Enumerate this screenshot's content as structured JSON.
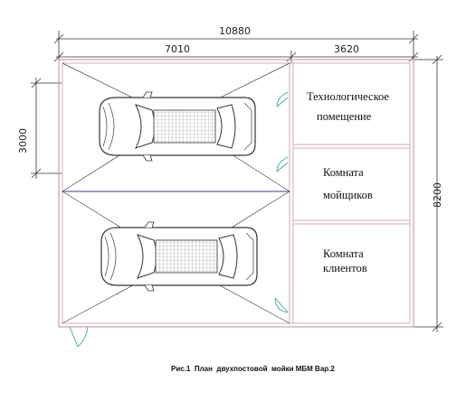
{
  "dimensions": {
    "total_width": "10880",
    "bay_width": "7010",
    "rooms_width": "3620",
    "car_zone_height": "3000",
    "total_height": "8200"
  },
  "rooms": {
    "tech": [
      "Технологическое",
      "помещение"
    ],
    "washers": [
      "Комната",
      "мойщиков"
    ],
    "clients": [
      "Комната",
      "клиентов"
    ]
  },
  "caption": "Рис.1  План  двухпостовой  мойки МБМ Вар.2",
  "colors": {
    "wall_outer": "#c9a0a6",
    "wall_inner": "#d9a8b0",
    "dim_line": "#333333",
    "bay_divider": "#3b3b9a",
    "door": "#3aa7a0"
  },
  "icons": [
    "car-top-view-icon",
    "door-swing-icon"
  ]
}
